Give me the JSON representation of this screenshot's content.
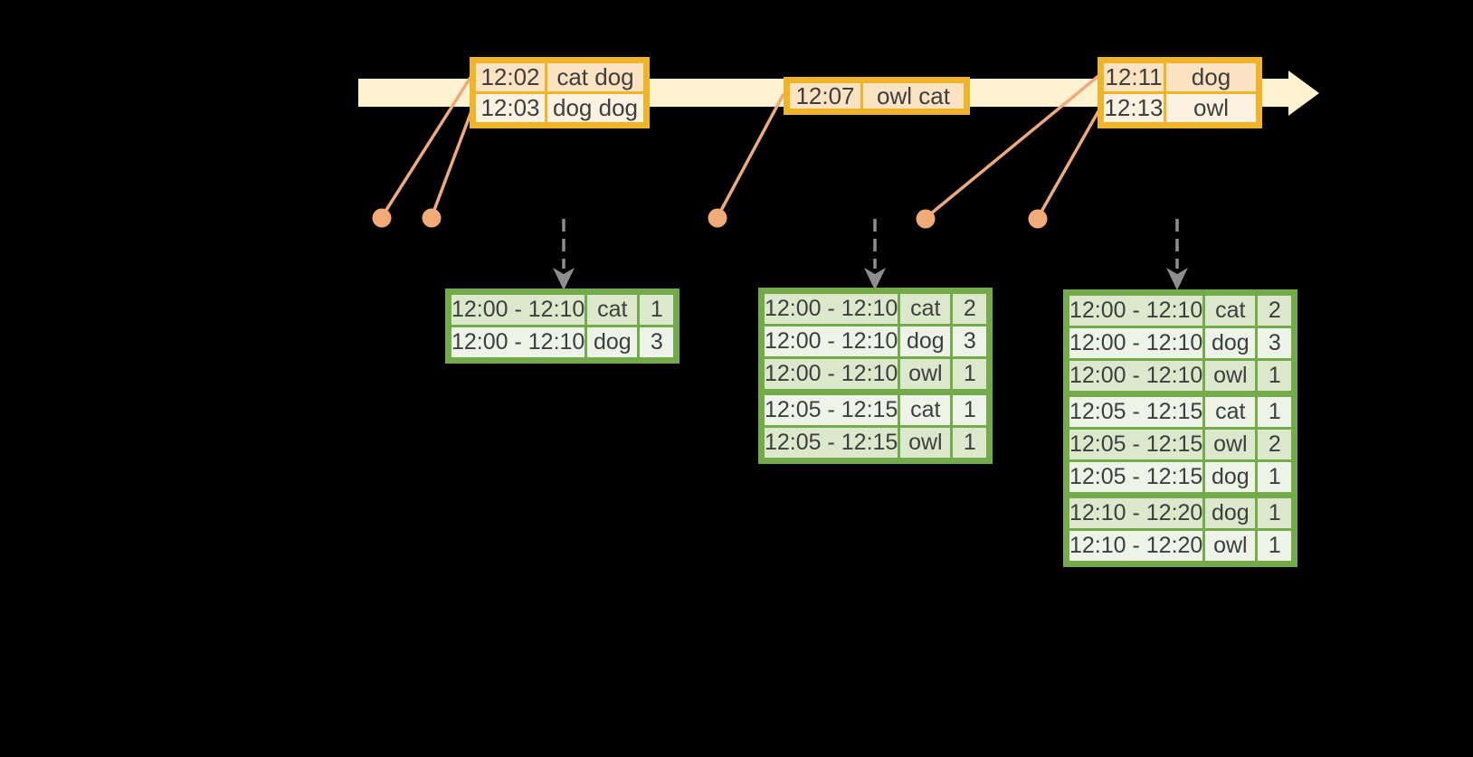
{
  "colors": {
    "background": "#000000",
    "axis_band": "#fdf2cf",
    "event_box_border": "#f0b429",
    "event_row_dark": "#fbe2c1",
    "event_row_light": "#fdf2e2",
    "event_row_mid": "#fcebd3",
    "connector_line": "#edaa7d",
    "event_dot": "#f1ab79",
    "table_border": "#74ab4a",
    "table_row_dark": "#dbe8cc",
    "table_row_light": "#eef3e8",
    "trigger_arrow": "#8e8e8e",
    "text": "#3e3e3e"
  },
  "event_boxes": [
    {
      "rows": [
        {
          "time": "12:02",
          "words": "cat dog"
        },
        {
          "time": "12:03",
          "words": "dog dog"
        }
      ]
    },
    {
      "rows": [
        {
          "time": "12:07",
          "words": "owl cat"
        }
      ]
    },
    {
      "rows": [
        {
          "time": "12:11",
          "words": "dog"
        },
        {
          "time": "12:13",
          "words": "owl"
        }
      ]
    }
  ],
  "result_tables": [
    {
      "rows": [
        {
          "window": "12:00 - 12:10",
          "word": "cat",
          "count": "1"
        },
        {
          "window": "12:00 - 12:10",
          "word": "dog",
          "count": "3"
        }
      ]
    },
    {
      "rows": [
        {
          "window": "12:00 - 12:10",
          "word": "cat",
          "count": "2"
        },
        {
          "window": "12:00 - 12:10",
          "word": "dog",
          "count": "3"
        },
        {
          "window": "12:00 - 12:10",
          "word": "owl",
          "count": "1"
        },
        {
          "window": "12:05 - 12:15",
          "word": "cat",
          "count": "1"
        },
        {
          "window": "12:05 - 12:15",
          "word": "owl",
          "count": "1"
        }
      ]
    },
    {
      "rows": [
        {
          "window": "12:00 - 12:10",
          "word": "cat",
          "count": "2"
        },
        {
          "window": "12:00 - 12:10",
          "word": "dog",
          "count": "3"
        },
        {
          "window": "12:00 - 12:10",
          "word": "owl",
          "count": "1"
        },
        {
          "window": "12:05 - 12:15",
          "word": "cat",
          "count": "1"
        },
        {
          "window": "12:05 - 12:15",
          "word": "owl",
          "count": "2"
        },
        {
          "window": "12:05 - 12:15",
          "word": "dog",
          "count": "1"
        },
        {
          "window": "12:10 - 12:20",
          "word": "dog",
          "count": "1"
        },
        {
          "window": "12:10 - 12:20",
          "word": "owl",
          "count": "1"
        }
      ]
    }
  ]
}
